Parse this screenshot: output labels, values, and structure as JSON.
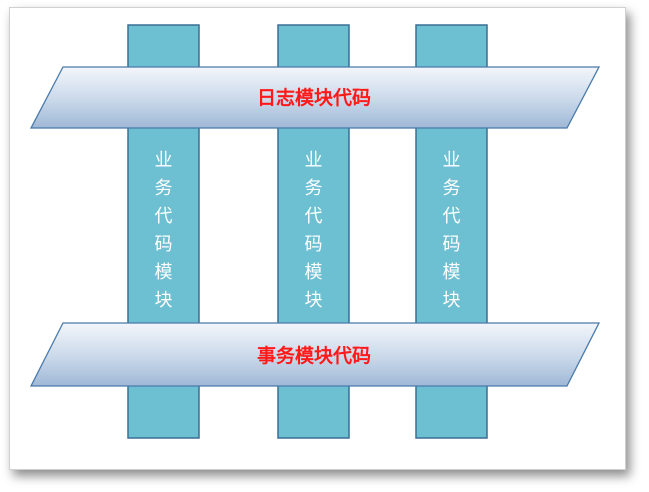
{
  "diagram": {
    "top_band": {
      "label": "日志模块代码"
    },
    "bottom_band": {
      "label": "事务模块代码"
    },
    "pillars": [
      {
        "chars": [
          "业",
          "务",
          "代",
          "码",
          "模",
          "块"
        ]
      },
      {
        "chars": [
          "业",
          "务",
          "代",
          "码",
          "模",
          "块"
        ]
      },
      {
        "chars": [
          "业",
          "务",
          "代",
          "码",
          "模",
          "块"
        ]
      }
    ],
    "colors": {
      "pillar_fill": "#6cc0d2",
      "pillar_stroke": "#3a6e94",
      "band_stroke": "#4a7aaa",
      "band_text": "#ff1a1a",
      "pillar_text": "#ffffff"
    }
  }
}
